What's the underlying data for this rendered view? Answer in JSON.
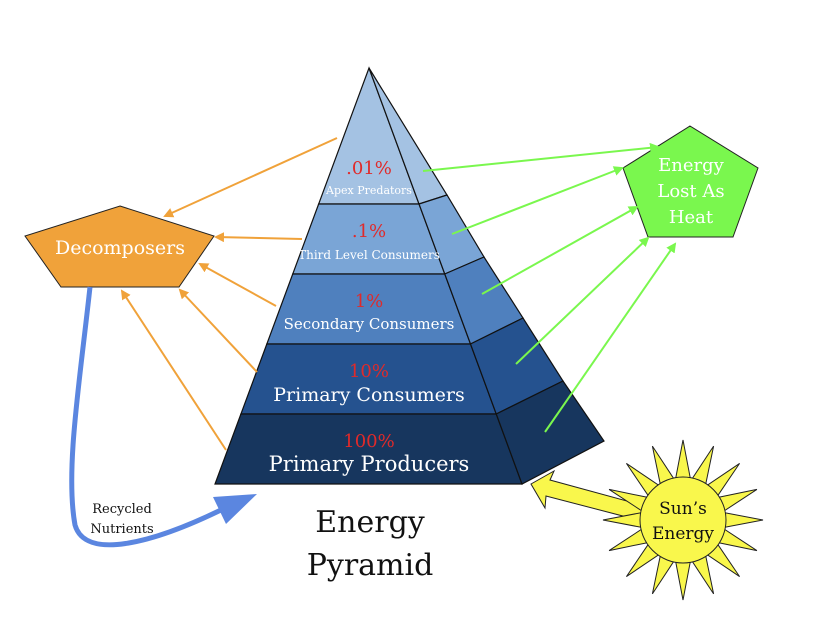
{
  "title": [
    "Energy",
    "Pyramid"
  ],
  "levels": [
    {
      "percent": ".01%",
      "label": "Apex Predators",
      "color": "#a4c2e3",
      "side": "#a4c2e3"
    },
    {
      "percent": ".1%",
      "label": "Third Level Consumers",
      "color": "#7aa5d6",
      "side": "#7aa5d6"
    },
    {
      "percent": "1%",
      "label": "Secondary Consumers",
      "color": "#4f80be",
      "side": "#4f80be"
    },
    {
      "percent": "10%",
      "label": "Primary Consumers",
      "color": "#25528f",
      "side": "#25528f"
    },
    {
      "percent": "100%",
      "label": "Primary Producers",
      "color": "#17365e",
      "side": "#17365e"
    }
  ],
  "decomposers": {
    "label": "Decomposers",
    "color": "#f0a23a"
  },
  "heat": {
    "lines": [
      "Energy",
      "Lost As",
      "Heat"
    ],
    "color": "#7af74e"
  },
  "sun": {
    "lines": [
      "Sun’s",
      "Energy"
    ],
    "color": "#f9f74c"
  },
  "recycled": {
    "lines": [
      "Recycled",
      "Nutrients"
    ],
    "color": "#5b86e0"
  },
  "colors": {
    "percent": "#e02a2a",
    "orange_arrow": "#f0a23a",
    "green_arrow": "#7af74e"
  }
}
